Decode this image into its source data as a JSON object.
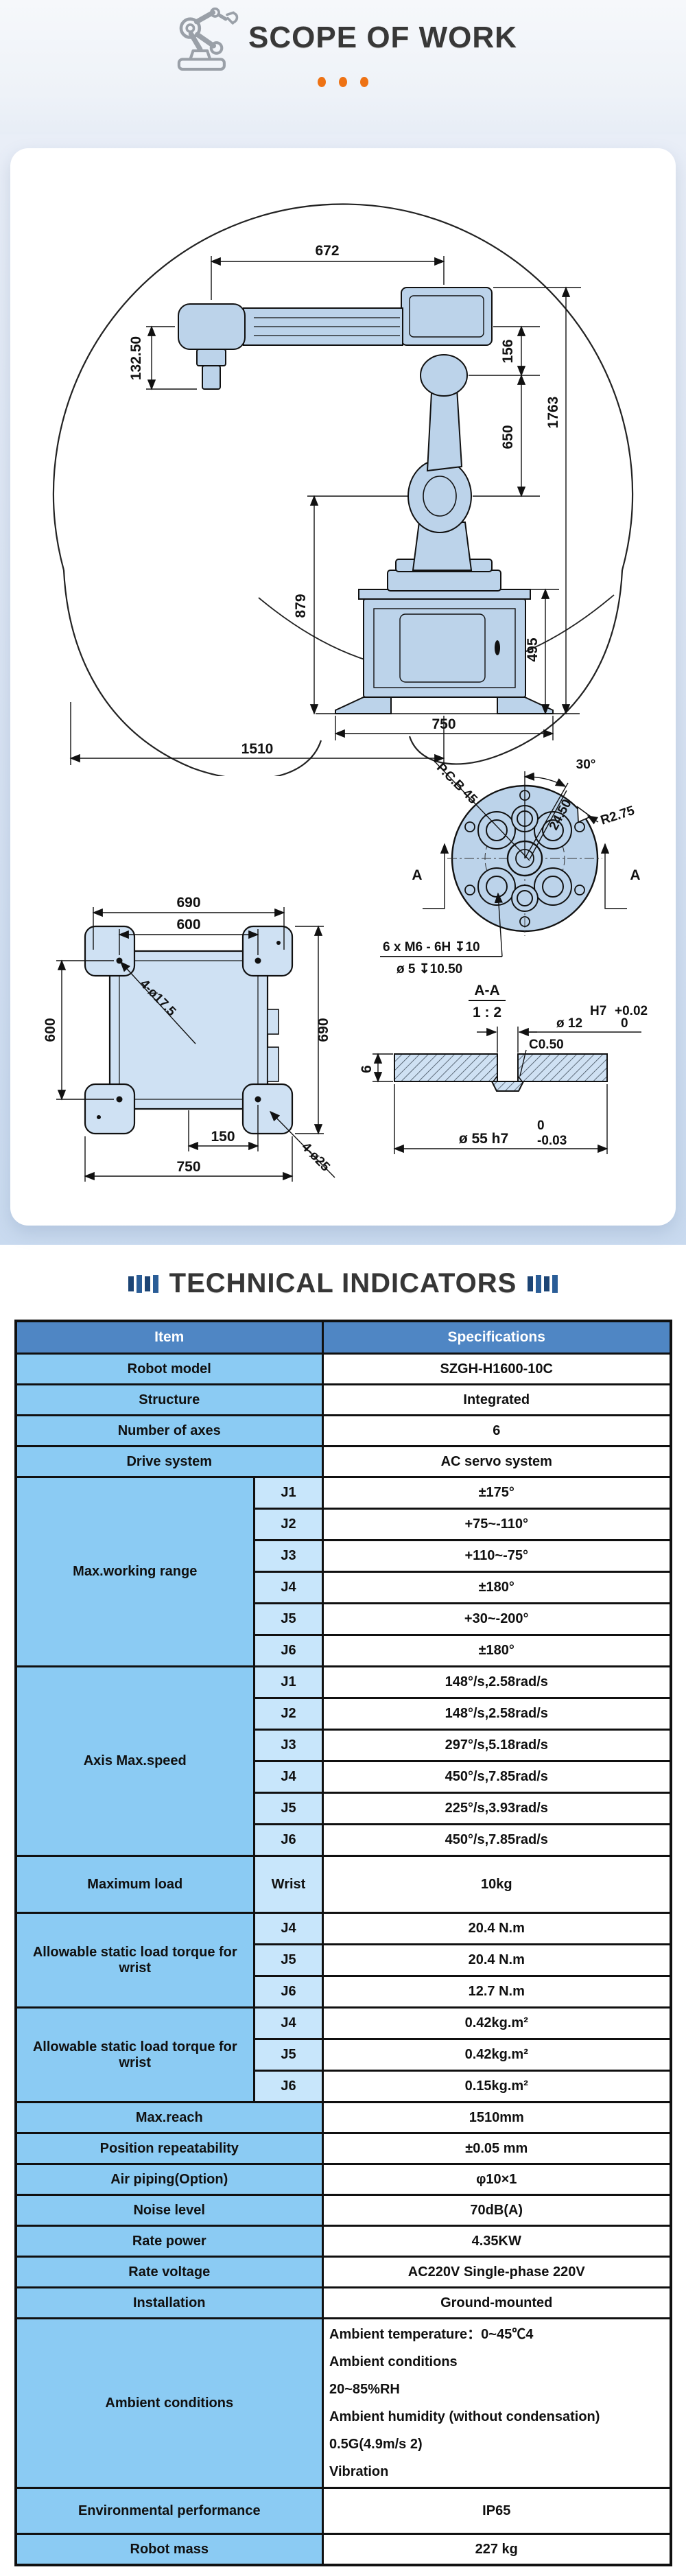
{
  "colors": {
    "accent_orange": "#ee7214",
    "table_header_blue": "#4f86c4",
    "item_cell_blue": "#8bcbf3",
    "sub_cell_blue": "#c8e6fb",
    "bars_navy": "#2a5d97",
    "robot_fill_blue": "#bcd3ea"
  },
  "scope_section": {
    "title": "SCOPE OF WORK"
  },
  "drawings": {
    "side_view": {
      "dim_672": "672",
      "dim_132_50": "132.50",
      "dim_156": "156",
      "dim_650": "650",
      "dim_1763": "1763",
      "dim_879": "879",
      "dim_495": "495",
      "dim_750": "750",
      "dim_1510": "1510"
    },
    "flange": {
      "pcd_label": "P.C.B 45",
      "angle_label": "30°",
      "dim_24_50": "24.50",
      "radius_label": "R2.75",
      "section_marker_left": "A",
      "section_marker_right": "A",
      "note_line1": "6 x M6 - 6H ↧10",
      "note_line2": "ø 5 ↧10.50"
    },
    "base_plate": {
      "dim_690_top": "690",
      "dim_600_top": "600",
      "dim_600_left": "600",
      "dim_690_right": "690",
      "dim_150": "150",
      "dim_750": "750",
      "holes_17_5": "4-ø17.5",
      "holes_25": "4-ø25"
    },
    "section_aa": {
      "title": "A-A",
      "scale": "1 : 2",
      "dim_6": "6",
      "hole_dia": "ø 12",
      "hole_fit": "H7",
      "hole_tol_upper": "+0.02",
      "hole_tol_lower": "0",
      "chamfer": "C0.50",
      "shaft_dia": "ø 55 h7",
      "shaft_tol_upper": "0",
      "shaft_tol_lower": "-0.03"
    }
  },
  "tech_section": {
    "title": "TECHNICAL INDICATORS"
  },
  "table": {
    "headers": {
      "item": "Item",
      "spec": "Specifications"
    },
    "rows": [
      {
        "item": "Robot model",
        "spec": "SZGH-H1600-10C"
      },
      {
        "item": "Structure",
        "spec": "Integrated"
      },
      {
        "item": "Number of axes",
        "spec": "6"
      },
      {
        "item": "Drive system",
        "spec": "AC servo system"
      },
      {
        "item": "Max.working range",
        "size": "sub",
        "subs": [
          {
            "k": "J1",
            "v": "±175°"
          },
          {
            "k": "J2",
            "v": "+75~-110°"
          },
          {
            "k": "J3",
            "v": "+110~-75°"
          },
          {
            "k": "J4",
            "v": "±180°"
          },
          {
            "k": "J5",
            "v": "+30~-200°"
          },
          {
            "k": "J6",
            "v": "±180°"
          }
        ]
      },
      {
        "item": "Axis Max.speed",
        "size": "sub",
        "subs": [
          {
            "k": "J1",
            "v": "148°/s,2.58rad/s"
          },
          {
            "k": "J2",
            "v": "148°/s,2.58rad/s"
          },
          {
            "k": "J3",
            "v": "297°/s,5.18rad/s"
          },
          {
            "k": "J4",
            "v": "450°/s,7.85rad/s"
          },
          {
            "k": "J5",
            "v": "225°/s,3.93rad/s"
          },
          {
            "k": "J6",
            "v": "450°/s,7.85rad/s"
          }
        ]
      },
      {
        "item": "Maximum load",
        "size": "tall",
        "subs": [
          {
            "k": "Wrist",
            "v": "10kg"
          }
        ]
      },
      {
        "item": "Allowable static load torque for wrist",
        "size": "sub",
        "subs": [
          {
            "k": "J4",
            "v": "20.4 N.m"
          },
          {
            "k": "J5",
            "v": "20.4 N.m"
          },
          {
            "k": "J6",
            "v": "12.7 N.m"
          }
        ]
      },
      {
        "item": "Allowable static load torque for wrist",
        "size": "sub",
        "subs": [
          {
            "k": "J4",
            "v": "0.42kg.m²"
          },
          {
            "k": "J5",
            "v": "0.42kg.m²"
          },
          {
            "k": "J6",
            "v": "0.15kg.m²"
          }
        ]
      },
      {
        "item": "Max.reach",
        "spec": "1510mm"
      },
      {
        "item": "Position repeatability",
        "spec": "±0.05 mm"
      },
      {
        "item": "Air piping(Option)",
        "spec": "φ10×1"
      },
      {
        "item": "Noise level",
        "spec": "70dB(A)"
      },
      {
        "item": "Rate power",
        "spec": "4.35KW"
      },
      {
        "item": "Rate voltage",
        "spec": "AC220V Single-phase 220V"
      },
      {
        "item": "Installation",
        "spec": "Ground-mounted"
      },
      {
        "item": "Ambient conditions",
        "size": "xl",
        "lines": [
          "Ambient temperature：0~45℃4",
          "Ambient conditions",
          "20~85%RH",
          "Ambient humidity (without condensation)",
          "0.5G(4.9m/s 2)",
          "Vibration"
        ]
      },
      {
        "item": "Environmental performance",
        "size": "lg",
        "spec": "IP65"
      },
      {
        "item": "Robot mass",
        "spec": "227 kg"
      }
    ]
  }
}
